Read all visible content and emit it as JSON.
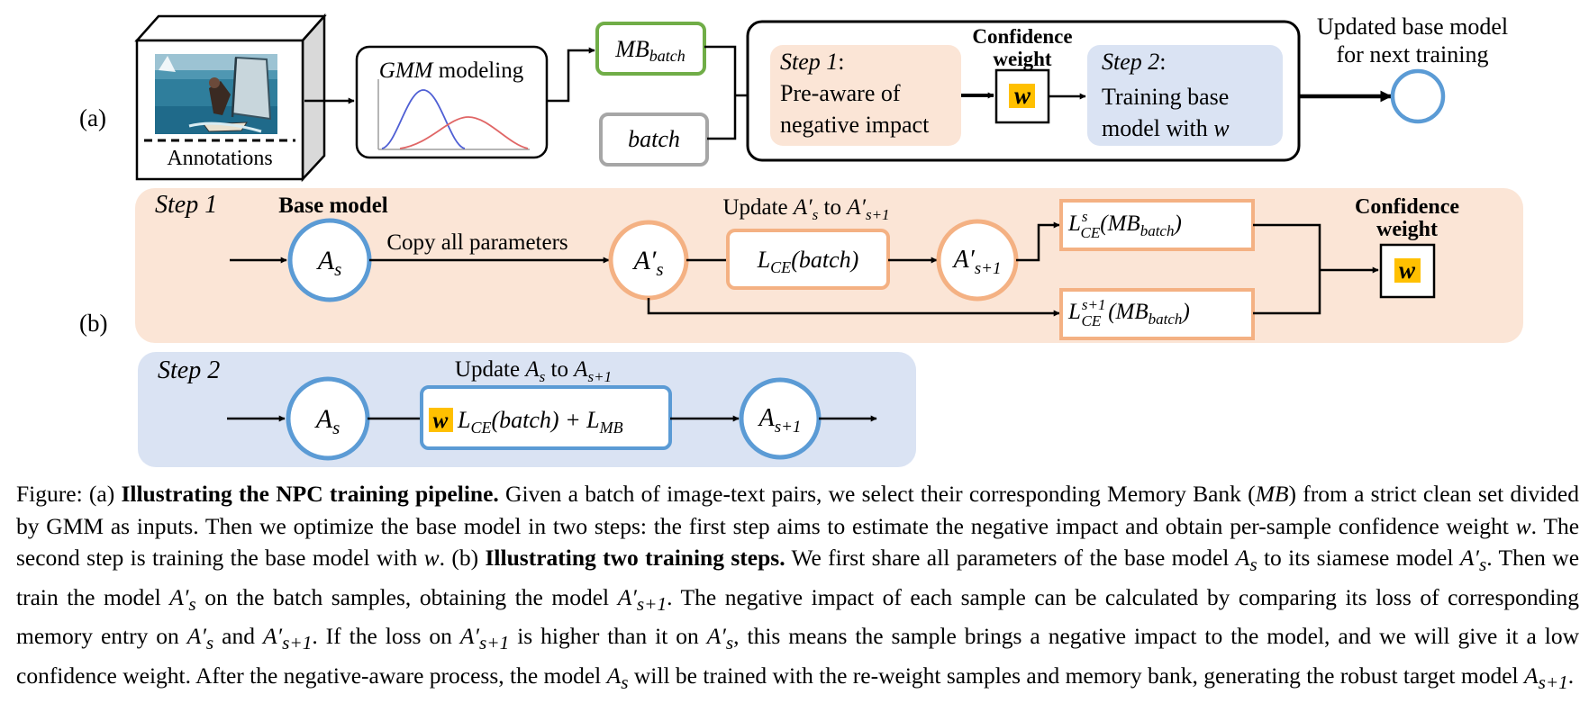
{
  "part_a": {
    "label": "(a)",
    "annotations_label": "Annotations",
    "gmm_label": "GMM modeling",
    "mb_batch_label": "MB_batch",
    "batch_label": "batch",
    "step1": {
      "title": "Step 1:",
      "line1": "Pre-aware of",
      "line2": "negative impact"
    },
    "confidence": {
      "line1": "Confidence",
      "line2": "weight",
      "symbol": "w"
    },
    "step2": {
      "title": "Step 2:",
      "line1": "Training base",
      "line2": "model with w"
    },
    "updated": {
      "line1": "Updated base model",
      "line2": "for next training"
    }
  },
  "part_b": {
    "label": "(b)",
    "step1": {
      "title": "Step 1",
      "base_model_label": "Base model",
      "node_as": "A_s",
      "copy_label": "Copy all parameters",
      "node_as_prime": "A'_s",
      "update_label": "Update A'_s to A'_{s+1}",
      "loss_batch": "L_CE(batch)",
      "node_as1_prime": "A'_{s+1}",
      "loss_s": "L^s_CE(MB_batch)",
      "loss_s1": "L^{s+1}_CE(MB_batch)",
      "confidence": {
        "line1": "Confidence",
        "line2": "weight",
        "symbol": "w"
      }
    },
    "step2": {
      "title": "Step 2",
      "update_label": "Update A_s to A_{s+1}",
      "node_as": "A_s",
      "loss": "w L_CE(batch) + L_MB",
      "node_as1": "A_{s+1}"
    }
  },
  "colors": {
    "blue_circle": "#5b9bd5",
    "orange_border": "#f4b183",
    "green_border": "#70ad47",
    "gray_border": "#a6a6a6",
    "step1_fill": "#fbe5d6",
    "step2_fill": "#dae3f3",
    "weight_fill": "#ffc000"
  },
  "caption": {
    "p1": "Figure: (a) ",
    "b1": "Illustrating the NPC training pipeline.",
    "p2": " Given a batch of image-text pairs, we select their corresponding Memory Bank (",
    "mb": "MB",
    "p3": ") from a strict clean set divided by GMM as inputs. Then we optimize the base model in two steps: the first step aims to estimate the negative impact and obtain per-sample confidence weight ",
    "w1": "w",
    "p4": ". The second step is training the base model with ",
    "w2": "w",
    "p5": ". (b) ",
    "b2": "Illustrating two training steps.",
    "p6": " We first share all parameters of the base model ",
    "as1": "A",
    "as1sub": "s",
    "p7": " to its siamese model ",
    "asp1": "A′",
    "asp1sub": "s",
    "p8": ". Then we train the model ",
    "asp2": "A′",
    "asp2sub": "s",
    "p9": " on the batch samples, obtaining the model ",
    "asp3": "A′",
    "asp3sub": "s+1",
    "p10": ". The negative impact of each sample can be calculated by comparing its loss of corresponding memory entry on ",
    "asp4": "A′",
    "asp4sub": "s",
    "p11": " and ",
    "asp5": "A′",
    "asp5sub": "s+1",
    "p12": ". If the loss on ",
    "asp6": "A′",
    "asp6sub": "s+1",
    "p13": " is higher than it on ",
    "asp7": "A′",
    "asp7sub": "s",
    "p14": ", this means the sample brings a negative impact to the model, and we will give it a low confidence weight. After the negative-aware process, the model ",
    "as2": "A",
    "as2sub": "s",
    "p15": " will be trained with the re-weight samples and memory bank, generating the robust target model ",
    "as3": "A",
    "as3sub": "s+1",
    "p16": "."
  }
}
